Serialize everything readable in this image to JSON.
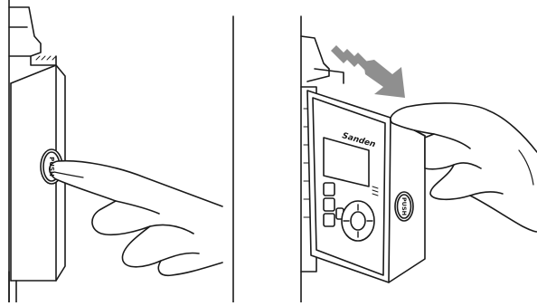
{
  "left_panel": {
    "push_button": {
      "label": "PUSH"
    }
  },
  "right_panel": {
    "controller": {
      "brand": "Sanden"
    },
    "push_button": {
      "label": "PUSH"
    },
    "motion_arrow": {
      "direction": "right-down"
    }
  },
  "colors": {
    "line": "#1a1a1a",
    "display": "#ffffff",
    "arrow": "#8f8f8f",
    "hand_fill": "#ffffff"
  }
}
